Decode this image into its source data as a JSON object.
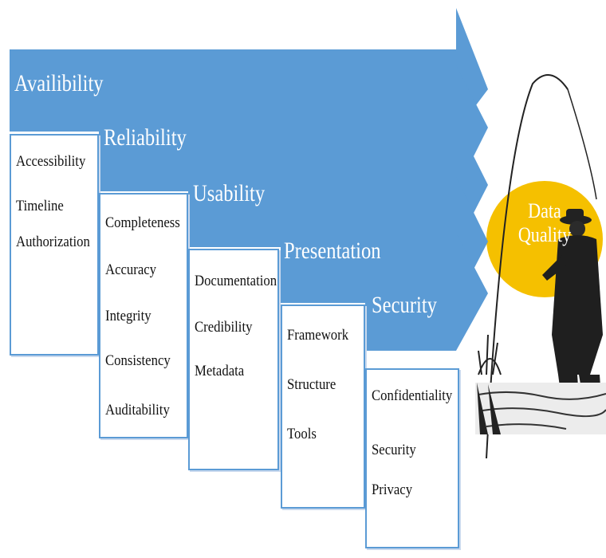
{
  "stages": [
    {
      "title": "Availibility",
      "criteria": [
        "Accessibility",
        "Timeline",
        "Authorization"
      ]
    },
    {
      "title": "Reliability",
      "criteria": [
        "Completeness",
        "Accuracy",
        "Integrity",
        "Consistency",
        "Auditability"
      ]
    },
    {
      "title": "Usability",
      "criteria": [
        "Documentation",
        "Credibility",
        "Metadata"
      ]
    },
    {
      "title": "Presentation",
      "criteria": [
        "Framework",
        "Structure",
        "Tools"
      ]
    },
    {
      "title": "Security",
      "criteria": [
        "Confidentiality",
        "Security",
        "Privacy"
      ]
    }
  ],
  "goal": {
    "line1": "Data",
    "line2": "Quality"
  },
  "colors": {
    "arrow": "#5b9bd5",
    "sun": "#f5c000",
    "box_border": "#5b9bd5"
  }
}
